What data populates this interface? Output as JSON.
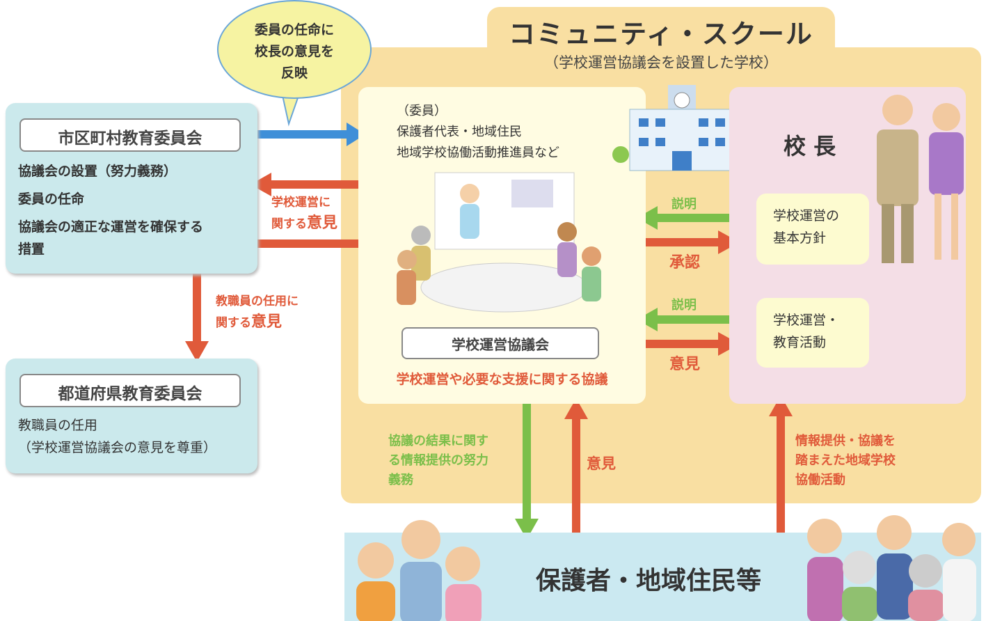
{
  "title": "コミュニティ・スクール",
  "subtitle": "（学校運営協議会を設置した学校）",
  "bubble": [
    "委員の任命に",
    "校長の意見を",
    "反映"
  ],
  "municipal": {
    "name": "市区町村教育委員会",
    "items": [
      "協議会の設置（努力義務）",
      "委員の任命",
      "協議会の適正な運営を確保する",
      "措置"
    ]
  },
  "prefectural": {
    "name": "都道府県教育委員会",
    "items": [
      "教職員の任用",
      "（学校運営協議会の意見を尊重）"
    ]
  },
  "council": {
    "members_label": "（委員）",
    "members": [
      "保護者代表・地域住民",
      "地域学校協働活動推進員など"
    ],
    "name": "学校運営協議会",
    "role": "学校運営や必要な支援に関する協議"
  },
  "principal": {
    "label": "校 長",
    "boxes": [
      [
        "学校運営の",
        "基本方針"
      ],
      [
        "学校運営・",
        "教育活動"
      ]
    ]
  },
  "arrows": {
    "opinion_school": [
      "学校運営に",
      "関する"
    ],
    "opinion_word": "意見",
    "opinion_staff": [
      "教職員の任用に",
      "関する"
    ],
    "explain": "説明",
    "approve": "承認",
    "opinion": "意見",
    "info_duty": [
      "協議の結果に関す",
      "る情報提供の努力",
      "義務"
    ],
    "community_activity": [
      "情報提供・協議を",
      "踏まえた地域学校",
      "協働活動"
    ]
  },
  "community": "保護者・地域住民等",
  "colors": {
    "red": "#e05a3a",
    "green": "#7bbf4a",
    "blue": "#3f8fd8"
  }
}
